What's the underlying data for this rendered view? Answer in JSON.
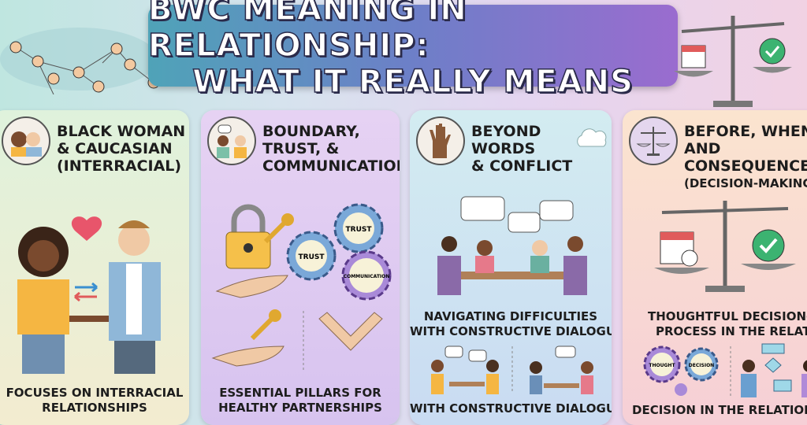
{
  "title": {
    "line1": "BWC MEANING IN RELATIONSHIP:",
    "line2": "WHAT IT REALLY MEANS"
  },
  "panels": [
    {
      "heading": [
        "BLACK WOMAN",
        "& CAUCASIAN",
        "(INTERRACIAL)"
      ],
      "caption": [
        "FOCUSES ON INTERRACIAL",
        "RELATIONSHIPS"
      ]
    },
    {
      "heading": [
        "BOUNDARY,",
        "TRUST, &",
        "COMMUNICATION"
      ],
      "gears": [
        "TRUST",
        "TRUST",
        "COMMUNICATION"
      ],
      "caption": [
        "ESSENTIAL PILLARS FOR",
        "HEALTHY PARTNERSHIPS"
      ]
    },
    {
      "heading": [
        "BEYOND",
        "WORDS",
        "& CONFLICT"
      ],
      "mid_caption": [
        "NAVIGATING DIFFICULTIES",
        "WITH CONSTRUCTIVE DIALOGUE"
      ],
      "caption": [
        "WITH CONSTRUCTIVE DIALOGUE"
      ]
    },
    {
      "heading": [
        "BEFORE, WHEN,",
        "AND",
        "CONSEQUENCES",
        "(DECISION-MAKING)"
      ],
      "mid_caption": [
        "THOUGHTFUL DECISION-MAKING",
        "PROCESS IN THE RELATIONSHIP"
      ],
      "gears": [
        "THOUGHT",
        "DECISION"
      ],
      "caption": [
        "DECISION IN THE RELATIONSHIP"
      ]
    }
  ],
  "colors": {
    "banner_start": "#4fa3b8",
    "banner_end": "#9a6ccf",
    "heart": "#e8556b",
    "check": "#3cb371"
  }
}
